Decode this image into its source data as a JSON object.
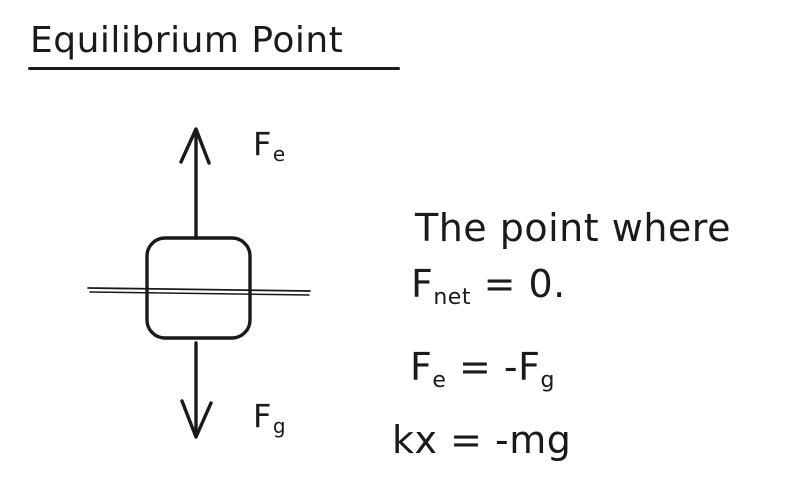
{
  "title": "Equilibrium Point",
  "forces": {
    "upward": {
      "symbol": "F",
      "subscript": "e"
    },
    "downward": {
      "symbol": "F",
      "subscript": "g"
    }
  },
  "definition": {
    "line1": "The point where"
  },
  "equations": {
    "net": {
      "symbol": "F",
      "subscript": "net",
      "rhs": "= 0."
    },
    "forces": {
      "lhs_symbol": "F",
      "lhs_subscript": "e",
      "middle": " = -F",
      "rhs_subscript": "g"
    },
    "spring": {
      "text": "kx = -mg"
    }
  },
  "colors": {
    "ink": "#1a1a1a",
    "background": "#ffffff"
  }
}
